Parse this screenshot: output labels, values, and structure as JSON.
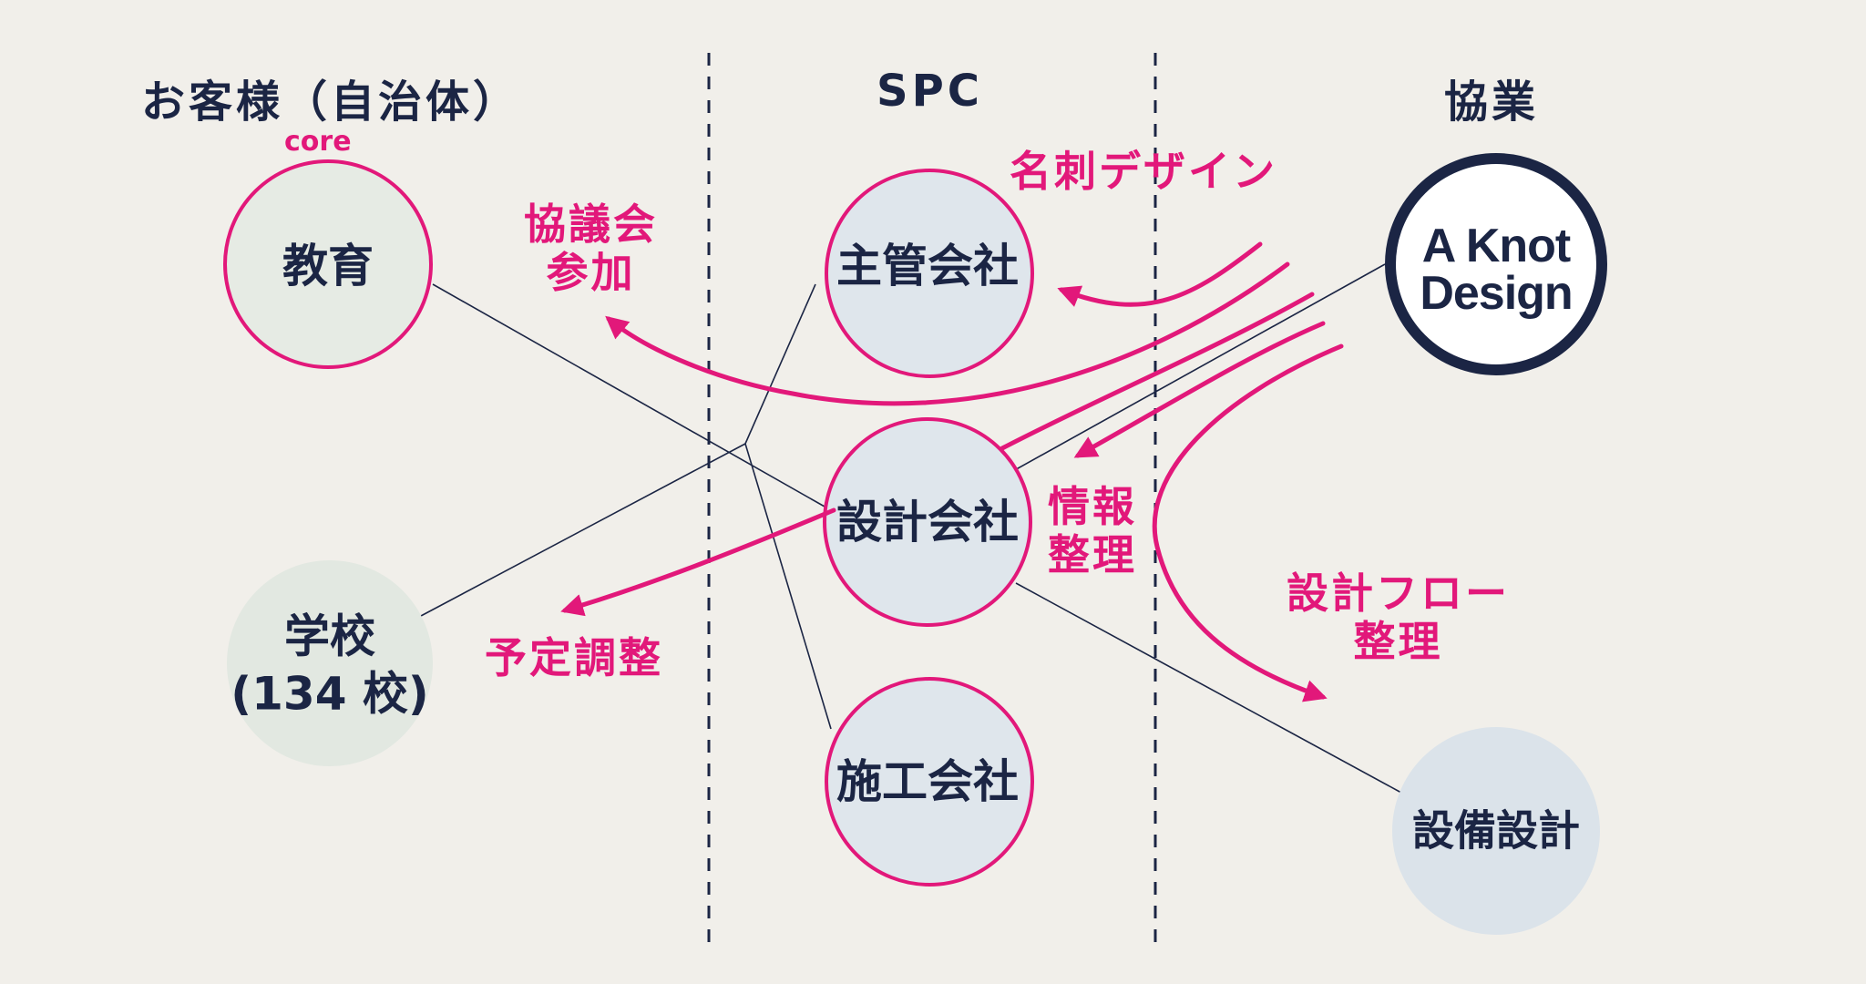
{
  "columns": {
    "client": "お客様（自治体）",
    "spc": "SPC",
    "partner": "協業"
  },
  "core_label": "core",
  "nodes": {
    "education": "教育",
    "school_line1": "学校",
    "school_line2": "(134 校)",
    "main_company": "主管会社",
    "design_company": "設計会社",
    "construction_company": "施工会社",
    "a_knot_line1": "A Knot",
    "a_knot_line2": "Design",
    "equipment_design": "設備設計"
  },
  "annotations": {
    "council_line1": "協議会",
    "council_line2": "参加",
    "business_card": "名刺デザイン",
    "info_line1": "情報",
    "info_line2": "整理",
    "schedule": "予定調整",
    "flow_line1": "設計フロー",
    "flow_line2": "整理"
  },
  "colors": {
    "accent": "#e2187a",
    "navy": "#1b2544",
    "node_fill_spc": "#dfe6ec",
    "node_fill_client": "#e6ebe4"
  }
}
